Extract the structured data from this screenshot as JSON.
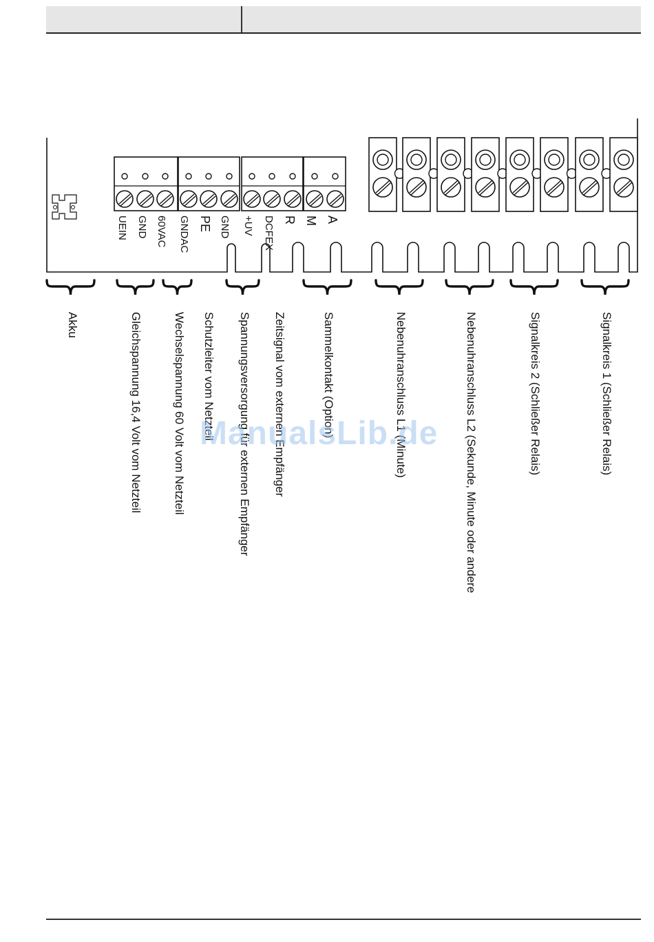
{
  "header": {
    "left": "",
    "right": ""
  },
  "terminals": [
    {
      "id": "uein",
      "label": "UEIN"
    },
    {
      "id": "gnd1",
      "label": "GND"
    },
    {
      "id": "60vac",
      "label": "60VAC"
    },
    {
      "id": "gndac",
      "label": "GNDAC"
    },
    {
      "id": "pe",
      "label": "PE"
    },
    {
      "id": "gnd2",
      "label": "GND"
    },
    {
      "id": "uv",
      "label": "+UV"
    },
    {
      "id": "dcfex",
      "label": "DCFEX"
    },
    {
      "id": "r",
      "label": "R"
    },
    {
      "id": "m",
      "label": "M"
    },
    {
      "id": "a",
      "label": "A"
    }
  ],
  "descriptions": [
    {
      "id": "akku",
      "text": "Akku"
    },
    {
      "id": "gleich",
      "text": "Gleichspannung 16,4 Volt vom Netzteil"
    },
    {
      "id": "wechsel",
      "text": "Wechselspannung 60 Volt vom Netzteil"
    },
    {
      "id": "schutz",
      "text": "Schutzleiter vom Netzteil"
    },
    {
      "id": "versorgung",
      "text": "Spannungsversorgung für externen Empfänger"
    },
    {
      "id": "zeitsignal",
      "text": "Zeitsignal vom externen Empfänger"
    },
    {
      "id": "sammel",
      "text": "Sammelkontakt (Option)"
    },
    {
      "id": "neben1",
      "text": "Nebenuhranschluss L1 (Minute)"
    },
    {
      "id": "neben2",
      "text": "Nebenuhranschluss L2 (Sekunde, Minute oder andere"
    },
    {
      "id": "signal2",
      "text": "Signalkreis 2 (Schließer Relais)"
    },
    {
      "id": "signal1",
      "text": "Signalkreis 1 (Schließer Relais)"
    }
  ],
  "watermark": "ManualsLib.de"
}
